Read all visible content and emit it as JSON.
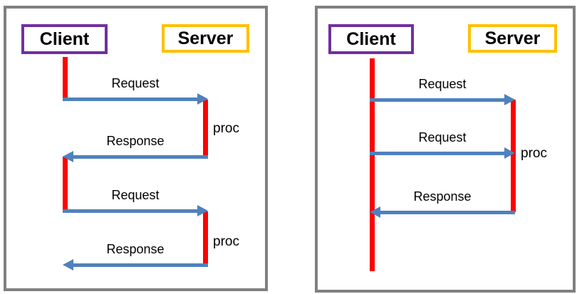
{
  "colors": {
    "panel_border": "#808080",
    "activation_bar": "#ff0000",
    "arrow": "#4f81bd",
    "client_box_border": "#7030a0",
    "server_box_border": "#ffc000",
    "text": "#000000",
    "background": "#ffffff"
  },
  "panels": [
    {
      "actors": [
        {
          "label": "Client"
        },
        {
          "label": "Server"
        }
      ],
      "messages": [
        {
          "label": "Request",
          "direction": "right",
          "from": "Client",
          "to": "Server"
        },
        {
          "label": "Response",
          "direction": "left",
          "from": "Server",
          "to": "Client"
        },
        {
          "label": "Request",
          "direction": "right",
          "from": "Client",
          "to": "Server"
        },
        {
          "label": "Response",
          "direction": "left",
          "from": "Server",
          "to": "Client"
        }
      ],
      "annotations": [
        {
          "label": "proc"
        },
        {
          "label": "proc"
        }
      ]
    },
    {
      "actors": [
        {
          "label": "Client"
        },
        {
          "label": "Server"
        }
      ],
      "messages": [
        {
          "label": "Request",
          "direction": "right",
          "from": "Client",
          "to": "Server"
        },
        {
          "label": "Request",
          "direction": "right",
          "from": "Client",
          "to": "Server"
        },
        {
          "label": "Response",
          "direction": "left",
          "from": "Server",
          "to": "Client"
        }
      ],
      "annotations": [
        {
          "label": "proc"
        }
      ]
    }
  ]
}
